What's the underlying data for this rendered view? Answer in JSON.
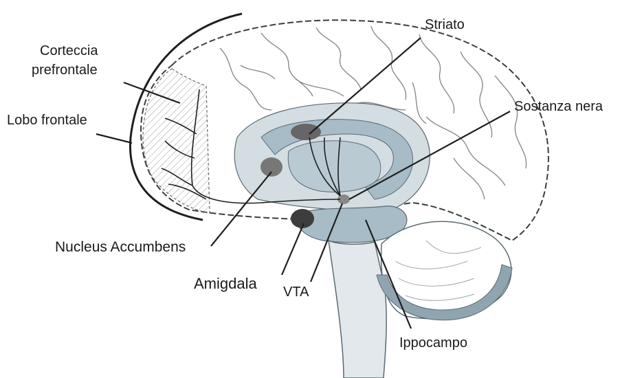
{
  "labels": {
    "prefrontal_line1": "Corteccia",
    "prefrontal_line2": "prefrontale",
    "frontal_lobe": "Lobo frontale",
    "striatum": "Striato",
    "substantia_nigra": "Sostanza nera",
    "nucleus_accumbens": "Nucleus Accumbens",
    "amygdala": "Amigdala",
    "vta": "VTA",
    "hippocampus": "Ippocampo"
  },
  "colors": {
    "outline": "#3c3c3c",
    "limbic_light": "#d3dde2",
    "limbic_mid": "#a7bcc6",
    "limbic_dark": "#7e97a3",
    "nucleus_dark": "#555555",
    "cerebellum_band": "#8fa6b1"
  }
}
